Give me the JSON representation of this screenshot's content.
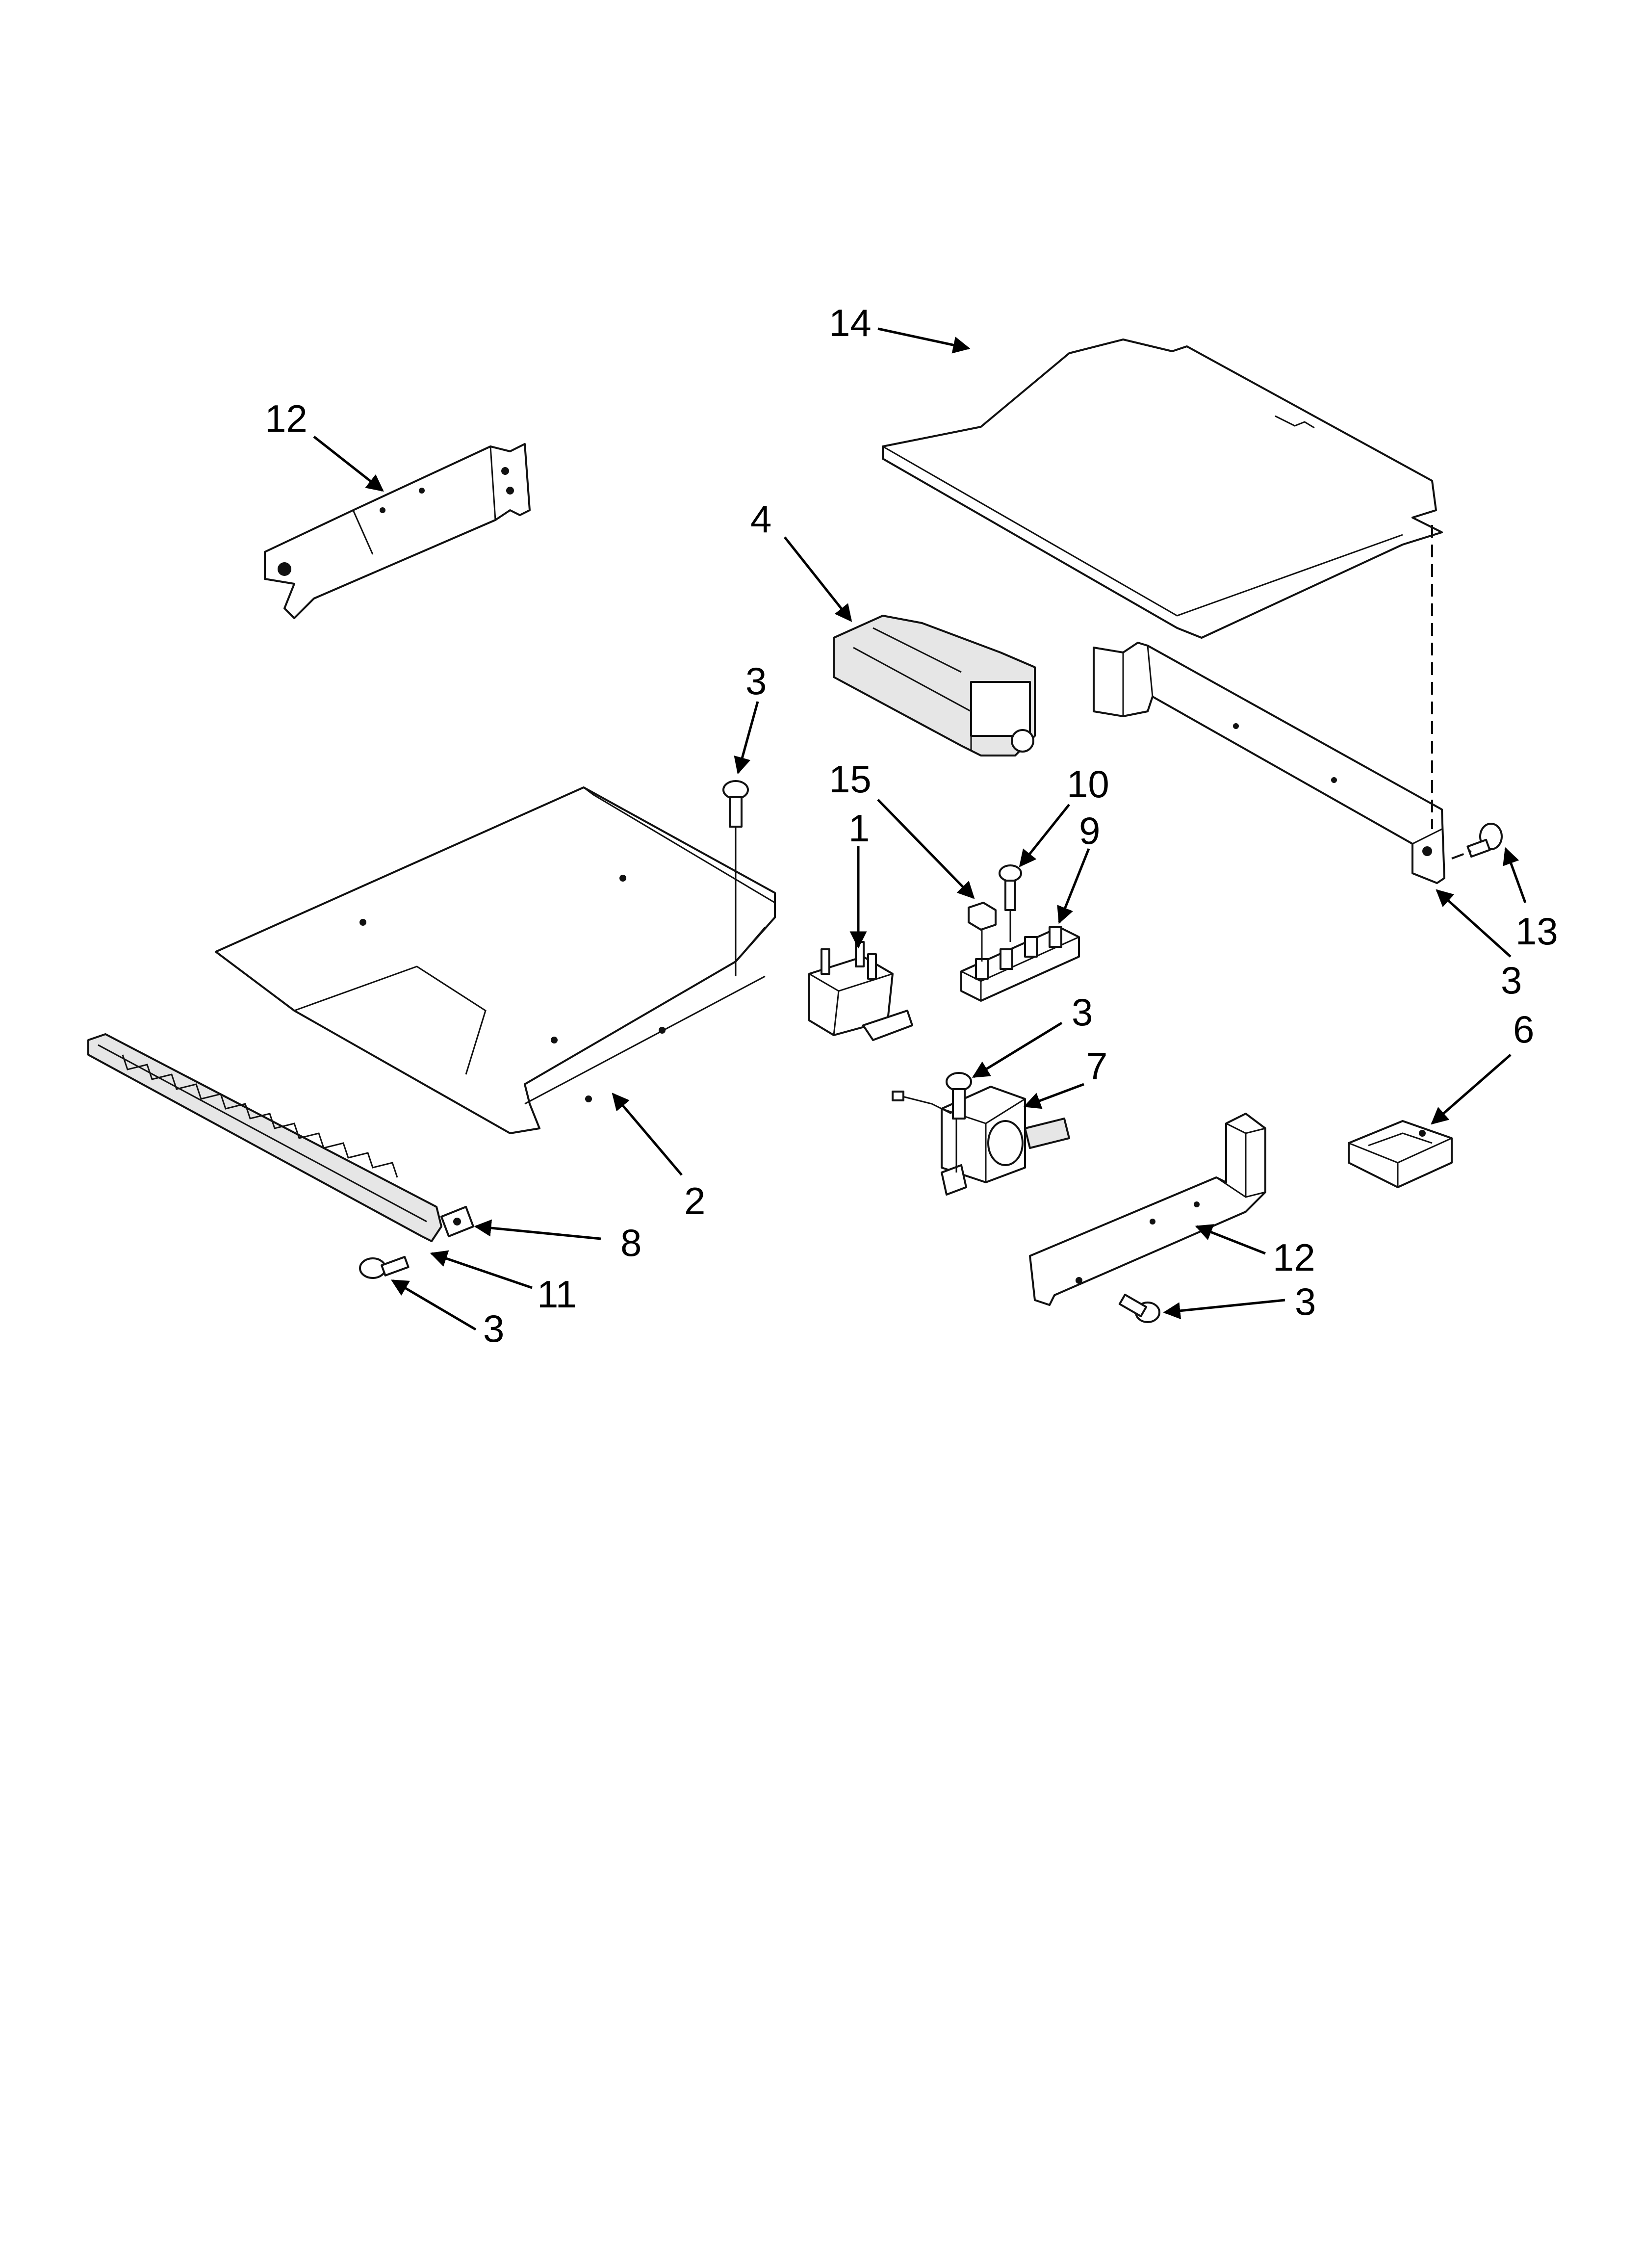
{
  "diagram": {
    "callouts": [
      {
        "id": "c14",
        "label": "14"
      },
      {
        "id": "c12a",
        "label": "12"
      },
      {
        "id": "c4",
        "label": "4"
      },
      {
        "id": "c3a",
        "label": "3"
      },
      {
        "id": "c15",
        "label": "15"
      },
      {
        "id": "c10",
        "label": "10"
      },
      {
        "id": "c1",
        "label": "1"
      },
      {
        "id": "c9",
        "label": "9"
      },
      {
        "id": "c3b",
        "label": "3"
      },
      {
        "id": "c13",
        "label": "13"
      },
      {
        "id": "c3c",
        "label": "3"
      },
      {
        "id": "c7",
        "label": "7"
      },
      {
        "id": "c6",
        "label": "6"
      },
      {
        "id": "c2",
        "label": "2"
      },
      {
        "id": "c8",
        "label": "8"
      },
      {
        "id": "c11",
        "label": "11"
      },
      {
        "id": "c3d",
        "label": "3"
      },
      {
        "id": "c12b",
        "label": "12"
      },
      {
        "id": "c3e",
        "label": "3"
      }
    ]
  }
}
